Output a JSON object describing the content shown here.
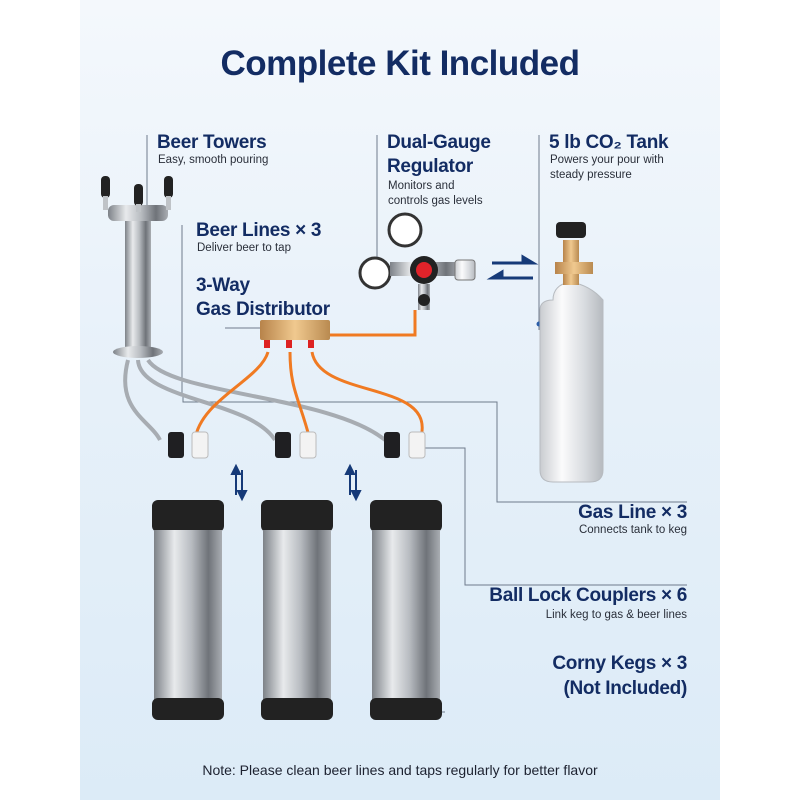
{
  "title": "Complete Kit Included",
  "labels": {
    "beer_towers": {
      "title": "Beer Towers",
      "desc": "Easy, smooth pouring"
    },
    "regulator": {
      "title_line1": "Dual-Gauge",
      "title_line2": "Regulator",
      "desc_line1": "Monitors and",
      "desc_line2": "controls gas levels"
    },
    "tank": {
      "title": "5 lb CO₂ Tank",
      "desc_line1": "Powers your pour with",
      "desc_line2": "steady pressure"
    },
    "beer_lines": {
      "title": "Beer Lines × 3",
      "desc": "Deliver beer to tap"
    },
    "distributor": {
      "title_line1": "3-Way",
      "title_line2": "Gas Distributor"
    },
    "gas_line": {
      "title": "Gas Line × 3",
      "desc": "Connects tank to keg"
    },
    "couplers": {
      "title": "Ball Lock Couplers × 6",
      "desc": "Link keg to gas & beer lines"
    },
    "kegs": {
      "title_line1": "Corny Kegs × 3",
      "title_line2": "(Not Included)"
    }
  },
  "note": "Note: Please clean beer lines and taps regularly for better flavor",
  "colors": {
    "heading": "#132c63",
    "gas_line": "#f07a22",
    "brass": "#d8a763"
  }
}
